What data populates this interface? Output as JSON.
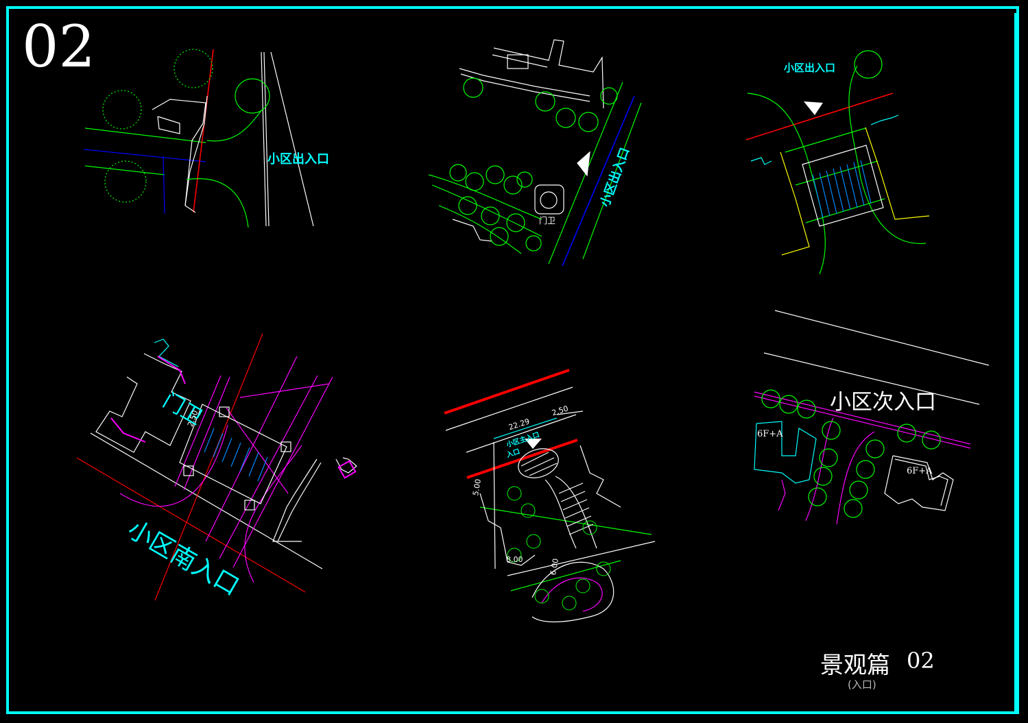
{
  "sheet": {
    "number": "02",
    "title": "景观篇",
    "title_number": "02",
    "subtitle": "(入口)",
    "frame_color": "#00ffff"
  },
  "panels": [
    {
      "id": "panel-1",
      "labels": [
        "小区出入口"
      ]
    },
    {
      "id": "panel-2",
      "labels": [
        "小区出入口",
        "门卫"
      ]
    },
    {
      "id": "panel-3",
      "labels": [
        "小区出入口"
      ]
    },
    {
      "id": "panel-4",
      "labels": [
        "门卫",
        "小区南入口",
        "2.50"
      ]
    },
    {
      "id": "panel-5",
      "labels": [
        "22.29",
        "2.50",
        "小区主入口",
        "入口",
        "5.00",
        "8.00",
        "6.00"
      ]
    },
    {
      "id": "panel-6",
      "labels": [
        "小区次入口",
        "6F+A",
        "6F+A"
      ]
    }
  ],
  "colors": {
    "cyan": "#00ffff",
    "green": "#00ff00",
    "red": "#ff0000",
    "blue": "#0000ff",
    "magenta": "#ff00ff",
    "yellow": "#ffff00",
    "white": "#ffffff"
  }
}
